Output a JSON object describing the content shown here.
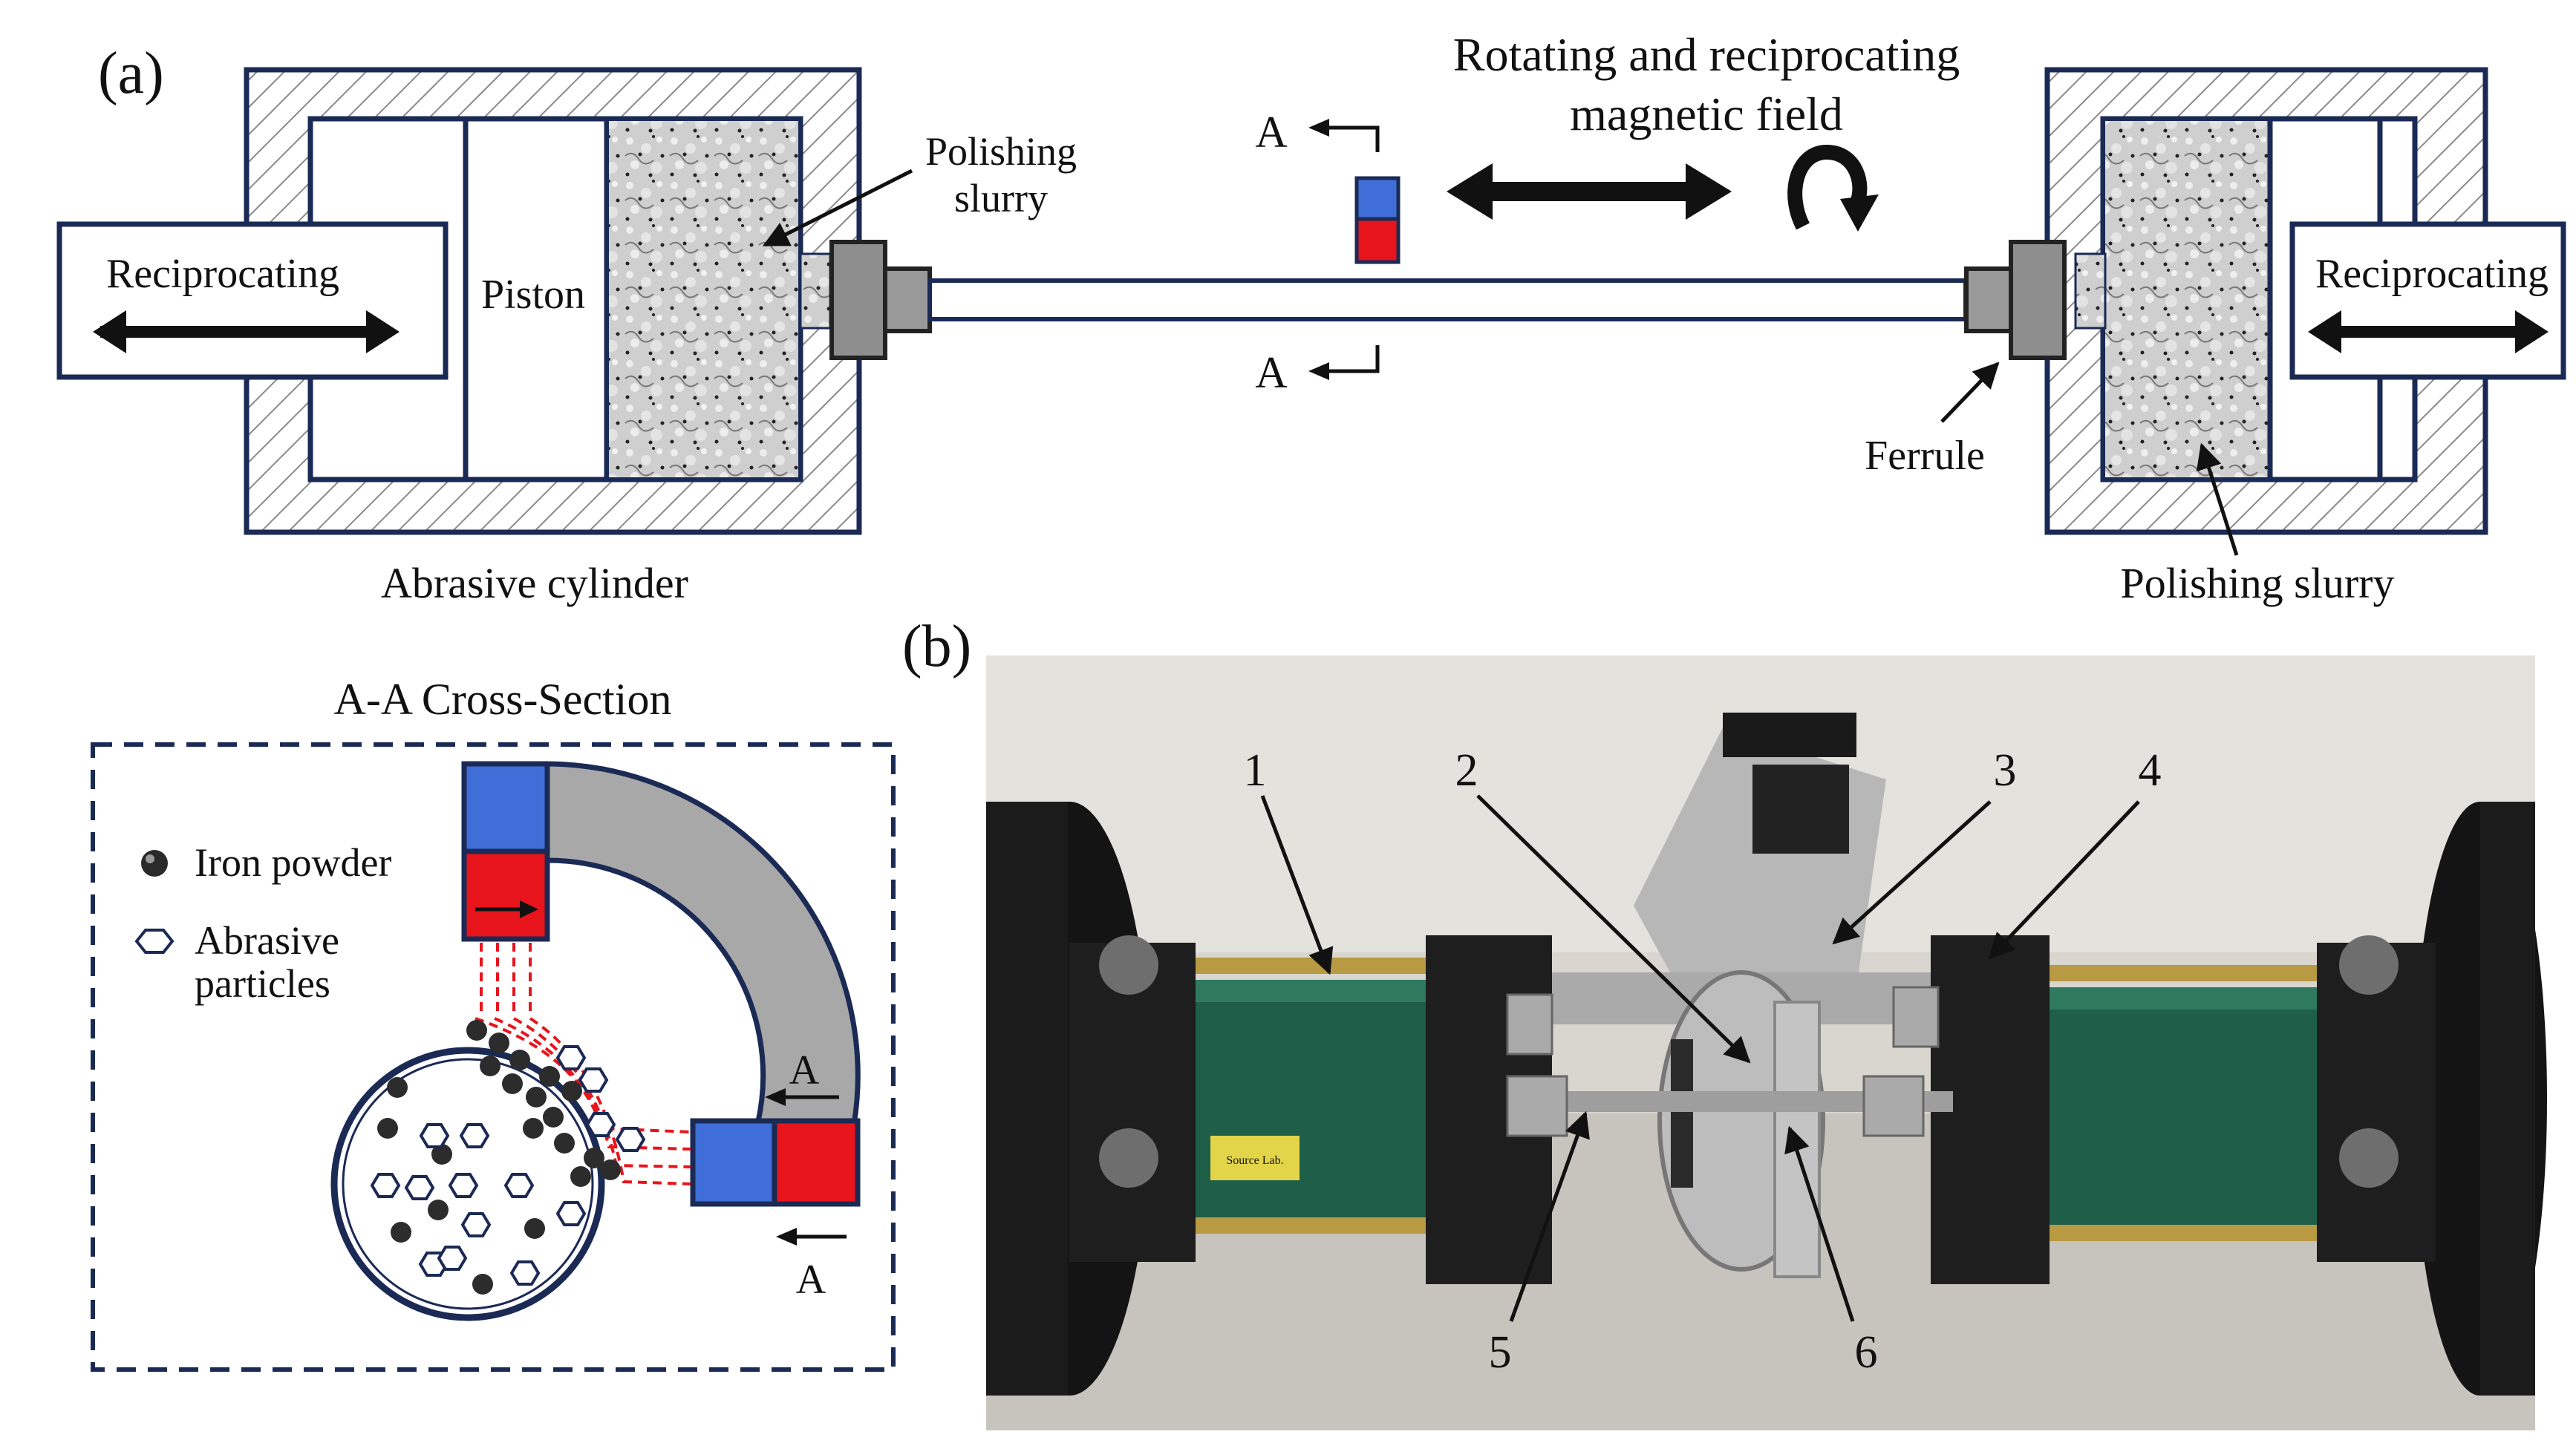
{
  "panel_a": {
    "label": "(a)",
    "reciprocating_left": "Reciprocating",
    "reciprocating_right": "Reciprocating",
    "piston": "Piston",
    "polishing_slurry_top_line1": "Polishing",
    "polishing_slurry_top_line2": "slurry",
    "field_line1": "Rotating and reciprocating",
    "field_line2": "magnetic field",
    "section_mark_top": "A",
    "section_mark_bottom": "A",
    "ferrule": "Ferrule",
    "abrasive_cylinder": "Abrasive cylinder",
    "polishing_slurry_bottom": "Polishing slurry"
  },
  "cross_section": {
    "title": "A-A  Cross-Section",
    "legend_iron": "Iron powder",
    "legend_abrasive_line1": "Abrasive",
    "legend_abrasive_line2": "particles",
    "mark_top": "A",
    "mark_bottom": "A"
  },
  "panel_b": {
    "label": "(b)",
    "callouts": [
      "1",
      "2",
      "3",
      "4",
      "5",
      "6"
    ],
    "sticker_text": "Source Lab."
  },
  "colors": {
    "navy": "#1b2a55",
    "magnet_blue": "#3f6ed8",
    "magnet_red": "#e8141c",
    "green_cylinder": "#1f5e48"
  }
}
